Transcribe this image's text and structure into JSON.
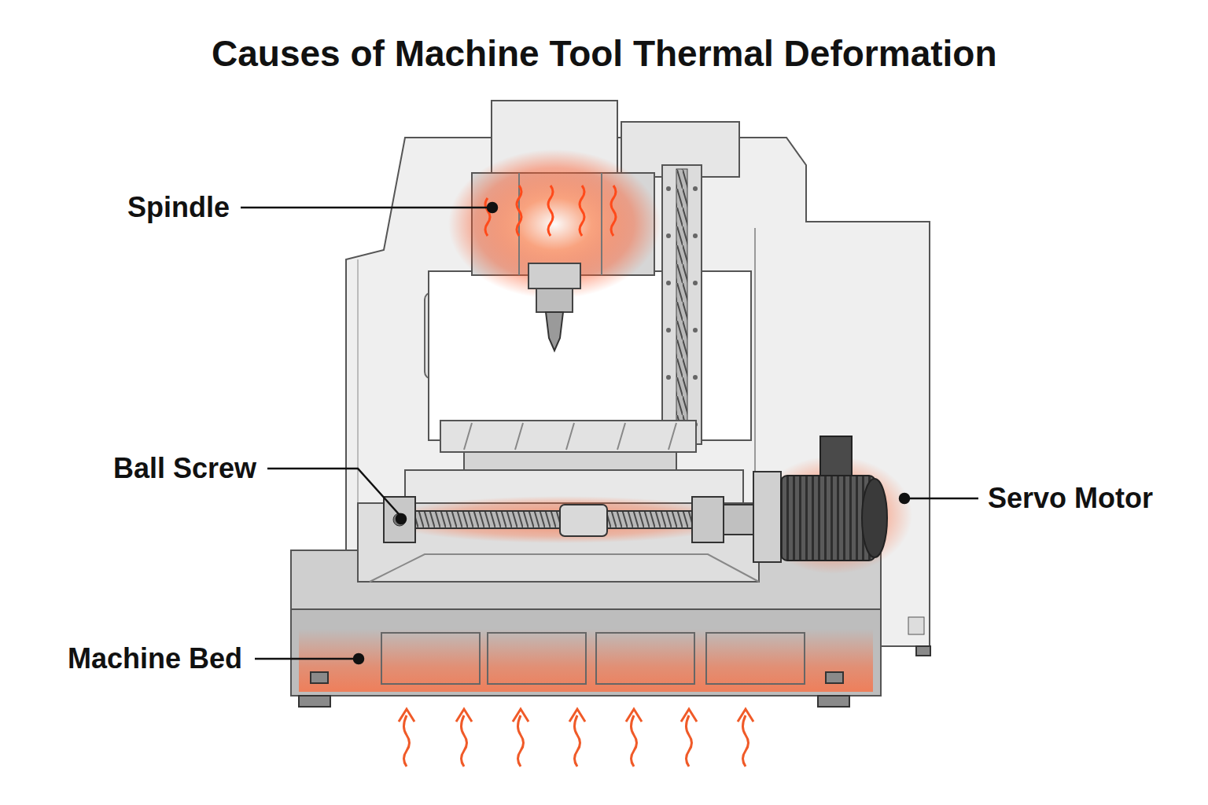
{
  "diagram": {
    "title": "Causes of Machine Tool Thermal Deformation",
    "labels": [
      "Spindle",
      "Ball Screw",
      "Servo Motor",
      "Machine Bed"
    ]
  }
}
